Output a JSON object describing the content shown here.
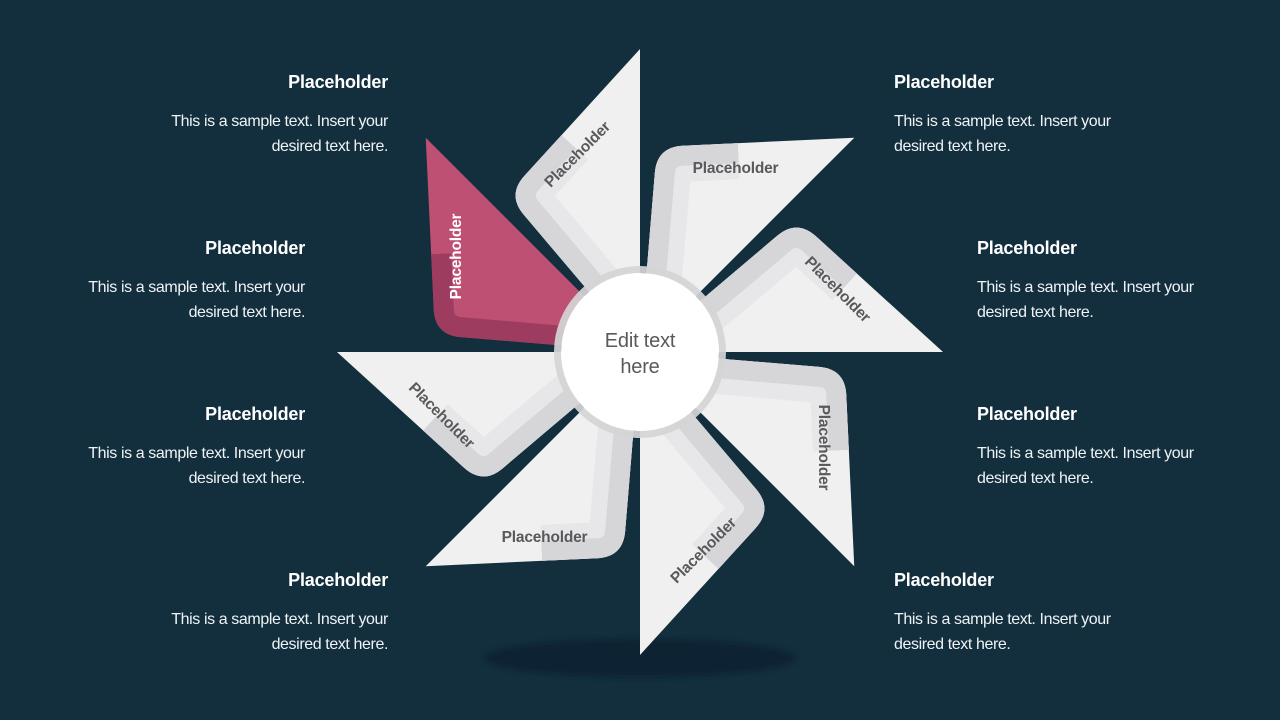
{
  "slide": {
    "colors": {
      "background": "#132F3E",
      "petal": "#F0F0F1",
      "petal_shade": "#D6D6D8",
      "petal_halo": "#E7E7E9",
      "accent": "#BE5074",
      "accent_shade": "#9D3C5F",
      "ring": "#D5D5D6",
      "circle": "#FFFFFF",
      "text_dark": "#58595B",
      "text_light": "#FFFFFF",
      "body_text": "#EFF3F5",
      "shadow": "#0C2433"
    },
    "center": {
      "label": "Edit text here"
    },
    "petals": [
      {
        "label": "Placeholder",
        "variant": "default"
      },
      {
        "label": "Placeholder",
        "variant": "default"
      },
      {
        "label": "Placeholder",
        "variant": "default"
      },
      {
        "label": "Placeholder",
        "variant": "default"
      },
      {
        "label": "Placeholder",
        "variant": "default"
      },
      {
        "label": "Placeholder",
        "variant": "default"
      },
      {
        "label": "Placeholder",
        "variant": "default"
      },
      {
        "label": "Placeholder",
        "variant": "accent"
      }
    ],
    "callouts": [
      {
        "title": "Placeholder",
        "line1": "This is a sample text. Insert your",
        "line2": "desired text here."
      },
      {
        "title": "Placeholder",
        "line1": "This is a sample text. Insert your",
        "line2": "desired text here."
      },
      {
        "title": "Placeholder",
        "line1": "This is a sample text. Insert your",
        "line2": "desired text here."
      },
      {
        "title": "Placeholder",
        "line1": "This is a sample text. Insert your",
        "line2": "desired text here."
      },
      {
        "title": "Placeholder",
        "line1": "This is a sample text. Insert your",
        "line2": "desired text here."
      },
      {
        "title": "Placeholder",
        "line1": "This is a sample text. Insert your",
        "line2": "desired text here."
      },
      {
        "title": "Placeholder",
        "line1": "This is a sample text. Insert your",
        "line2": "desired text here."
      },
      {
        "title": "Placeholder",
        "line1": "This is a sample text. Insert your",
        "line2": "desired text here."
      }
    ]
  }
}
